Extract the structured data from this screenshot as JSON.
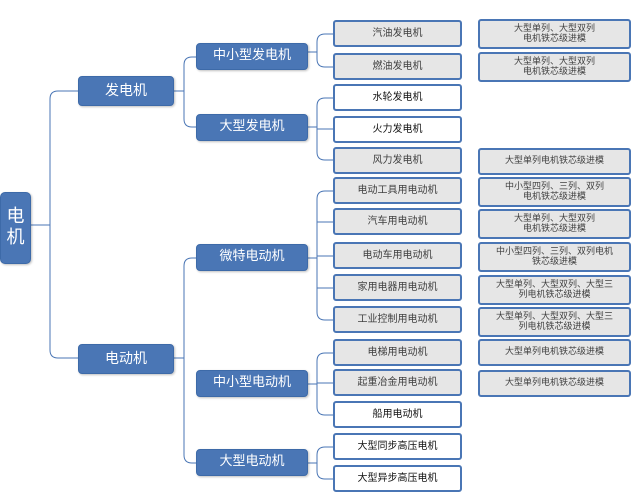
{
  "root": "电机",
  "generator": {
    "label": "发电机",
    "small_medium": "中小型发电机",
    "large": "大型发电机",
    "gasoline": "汽油发电机",
    "fuel": "燃油发电机",
    "hydro": "水轮发电机",
    "thermal": "火力发电机",
    "wind": "风力发电机"
  },
  "motor": {
    "label": "电动机",
    "micro": "微特电动机",
    "small_medium": "中小型电动机",
    "large": "大型电动机",
    "power_tool": "电动工具用电动机",
    "automotive": "汽车用电动机",
    "ev": "电动车用电动机",
    "appliance": "家用电器用电动机",
    "industrial": "工业控制用电动机",
    "elevator": "电梯用电动机",
    "crane": "起重冶金用电动机",
    "marine": "船用电动机",
    "large_sync": "大型同步高压电机",
    "large_async": "大型异步高压电机"
  },
  "notes": {
    "gasoline": "大型单列、大型双列\n电机铁芯级进模",
    "fuel": "大型单列、大型双列\n电机铁芯级进模",
    "wind": "大型单列电机铁芯级进模",
    "power_tool": "中小型四列、三列、双列\n电机铁芯级进模",
    "automotive": "大型单列、大型双列\n电机铁芯级进模",
    "ev": "中小型四列、三列、双列电机\n铁芯级进模",
    "appliance": "大型单列、大型双列、大型三\n列电机铁芯级进模",
    "industrial": "大型单列、大型双列、大型三\n列电机铁芯级进模",
    "elevator": "大型单列电机铁芯级进模",
    "crane": "大型单列电机铁芯级进模"
  },
  "colors": {
    "node_blue": "#4a76b5",
    "leaf_gray": "#e6e6e6",
    "connector": "#4a76b5"
  }
}
